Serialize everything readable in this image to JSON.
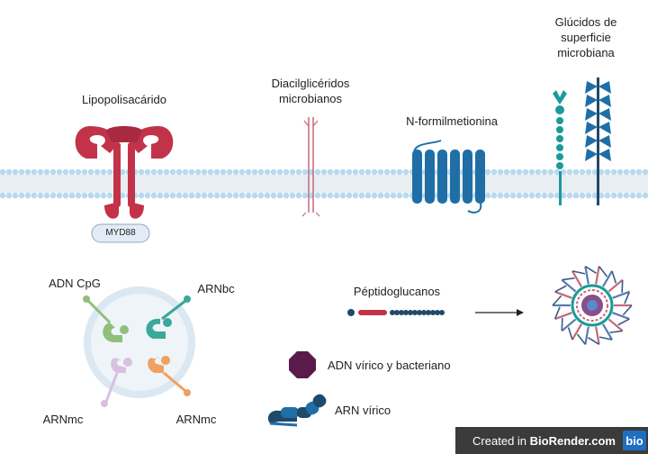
{
  "labels": {
    "lps": "Lipopolisacárido",
    "myd88": "MYD88",
    "diacyl_1": "Diacilglicéridos",
    "diacyl_2": "microbianos",
    "fmet": "N-formilmetionina",
    "glyc_1": "Glúcidos de",
    "glyc_2": "superficie",
    "glyc_3": "microbiana",
    "cpg": "ADN CpG",
    "arnbc": "ARNbc",
    "arnmc_left": "ARNmc",
    "arnmc_right": "ARNmc",
    "peptido": "Péptidoglucanos",
    "dna_viral": "ADN vírico y bacteriano",
    "rna_viral": "ARN vírico"
  },
  "credit": {
    "prefix": "Created in ",
    "brand": "BioRender.com",
    "logo": "bio"
  },
  "colors": {
    "membrane_head": "#b9d9ee",
    "membrane_tail": "#c9c9c9",
    "lps": "#c2334a",
    "fmet": "#1f6fa6",
    "glycan_teal": "#1a9a9a",
    "glycan_blue": "#1f6fa6",
    "cpg": "#8ec07c",
    "arnbc": "#3aa89a",
    "arnmc_left": "#d8c0e0",
    "arnmc_right": "#f0a060",
    "dna_viral": "#5a1a4a",
    "rna_viral": "#1f6fa6",
    "endosome": "#dbe8f2"
  }
}
